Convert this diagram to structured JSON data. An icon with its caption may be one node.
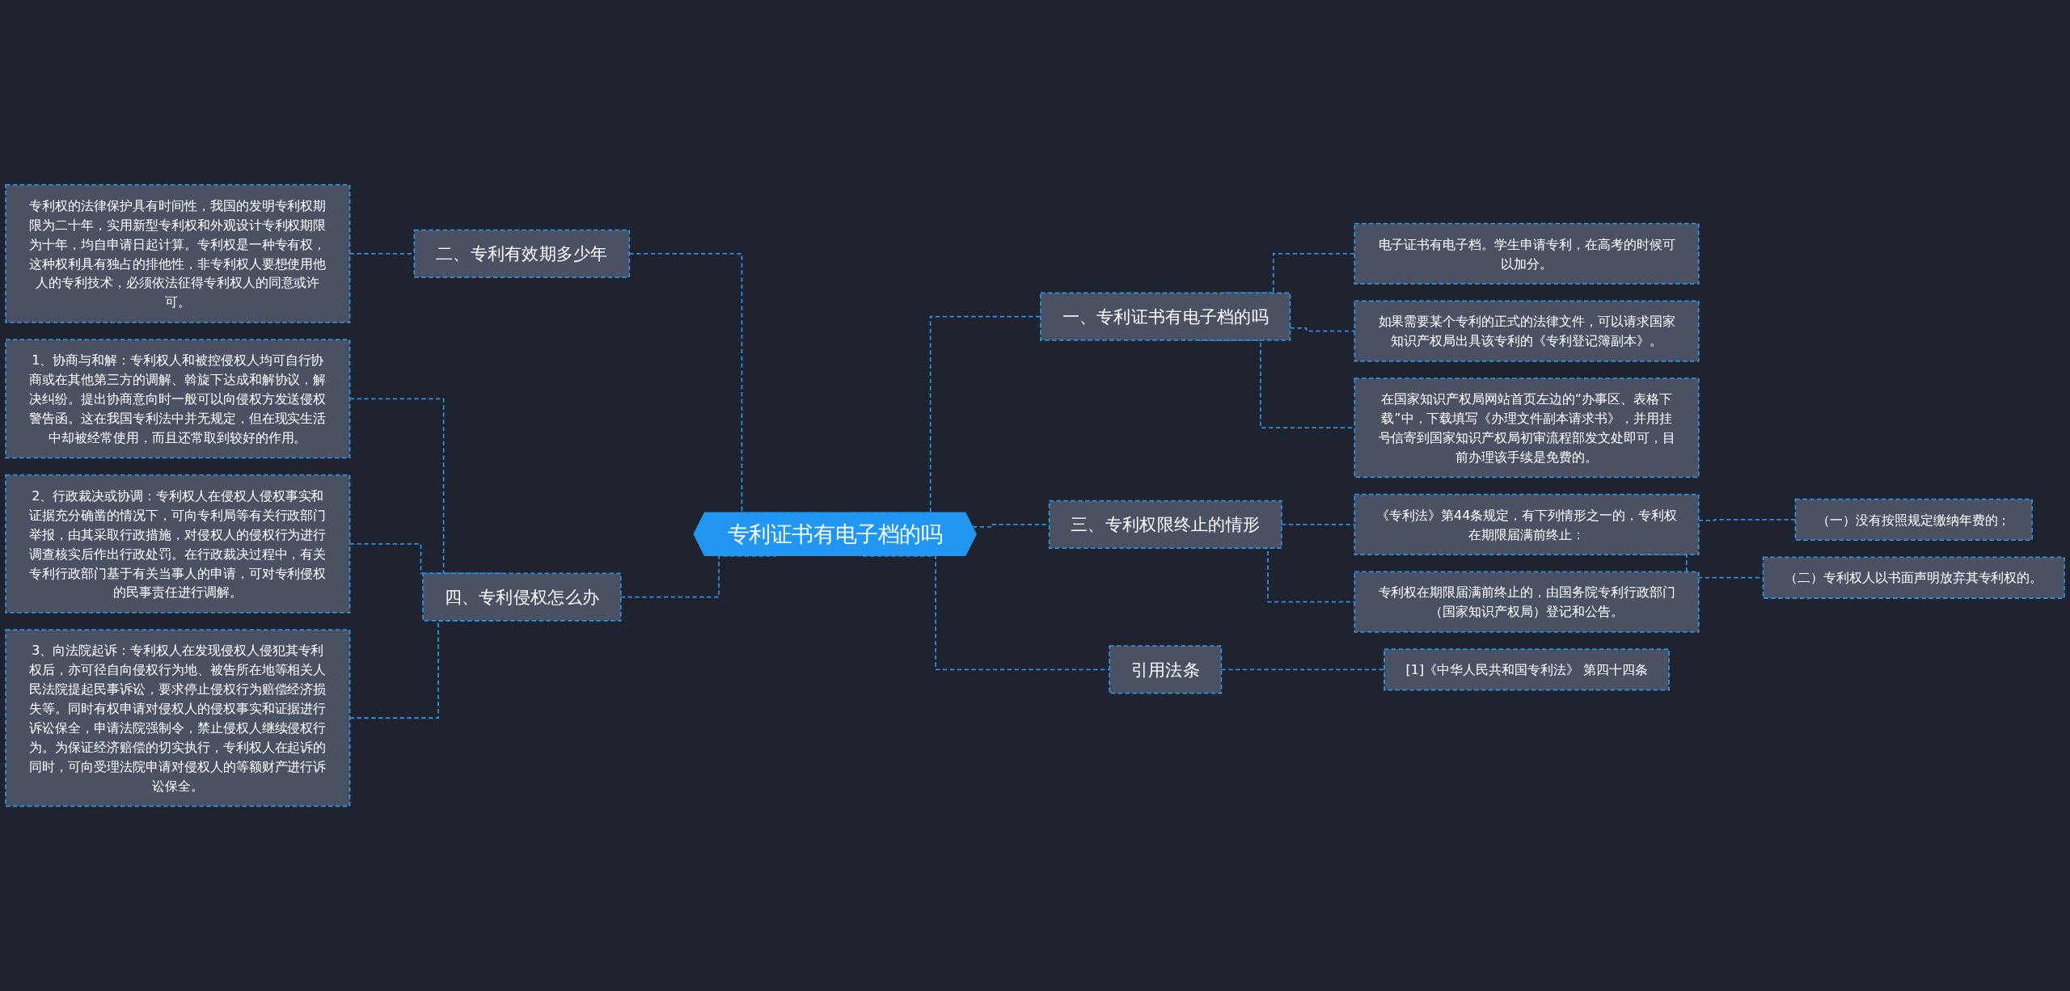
{
  "diagram": {
    "nodes": [
      {
        "text": [
          "专利证书有电子档的吗"
        ]
      },
      {
        "text": [
          "一、专利证书有电子档的吗"
        ]
      },
      {
        "text": [
          "电子证书有电子档。学生申请专利，在高考的时候可以加分。"
        ]
      },
      {
        "text": [
          "如果需要某个专利的正式的法律文件，可以请求国家知识产权局出具该专利的《专利登记簿副本》。"
        ]
      },
      {
        "text": [
          "在国家知识产权局网站首页左边的“办事区、表格下载”中，下载填写《办理文件副本请求书》，并用挂号信寄到国家知识产权局初审流程部发文处即可，目前办理该手续是免费的。"
        ]
      },
      {
        "text": [
          "二、专利有效期多少年"
        ]
      },
      {
        "text": [
          "专利权的法律保护具有时间性，我国的发明专利权期限为二十年，实用新型专利权和外观设计专利权期限为十年，均自申请日起计算。专利权是一种专有权，这种权利具有独占的排他性，非专利权人要想使用他人的专利技术，必须依法征得专利权人的同意或许可。"
        ]
      },
      {
        "text": [
          "三、专利权限终止的情形"
        ]
      },
      {
        "text": [
          "《专利法》第44条规定，有下列情形之一的，专利权在期限届满前终止："
        ]
      },
      {
        "text": [
          "（一）没有按照规定缴纳年费的；"
        ]
      },
      {
        "text": [
          "（二）专利权人以书面声明放弃其专利权的。"
        ]
      },
      {
        "text": [
          "专利权在期限届满前终止的，由国务院专利行政部门（国家知识产权局）登记和公告。"
        ]
      },
      {
        "text": [
          "四、专利侵权怎么办"
        ]
      },
      {
        "text": [
          "1、协商与和解：专利权人和被控侵权人均可自行协商或在其他第三方的调解、斡旋下达成和解协议，解决纠纷。提出协商意向时一般可以向侵权方发送侵权警告函。这在我国专利法中并无规定，但在现实生活中却被经常使用，而且还常取到较好的作用。"
        ]
      },
      {
        "text": [
          "2、行政裁决或协调：专利权人在侵权人侵权事实和证据充分确凿的情况下，可向专利局等有关行政部门举报，由其采取行政措施，对侵权人的侵权行为进行调查核实后作出行政处罚。在行政裁决过程中，有关专利行政部门基于有关当事人的申请，可对专利侵权的民事责任进行调解。"
        ]
      },
      {
        "text": [
          "3、向法院起诉：专利权人在发现侵权人侵犯其专利权后，亦可径自向侵权行为地、被告所在地等相关人民法院提起民事诉讼，要求停止侵权行为赔偿经济损失等。同时有权申请对侵权人的侵权事实和证据进行诉讼保全，申请法院强制令，禁止侵权人继续侵权行为。为保证经济赔偿的切实执行，专利权人在起诉的同时，可向受理法院申请对侵权人的等额财产进行诉讼保全。"
        ]
      },
      {
        "text": [
          "引用法条"
        ]
      },
      {
        "text": [
          "[1]《中华人民共和国专利法》 第四十四条"
        ]
      }
    ],
    "edges": [
      {
        "from": 0,
        "to": 1,
        "arrow": "none",
        "style": "dashed"
      },
      {
        "from": 1,
        "to": 2,
        "arrow": "none",
        "style": "dashed"
      },
      {
        "from": 1,
        "to": 3,
        "arrow": "none",
        "style": "dashed"
      },
      {
        "from": 1,
        "to": 4,
        "arrow": "none",
        "style": "dashed"
      },
      {
        "from": 5,
        "to": 0,
        "arrow": "none",
        "style": "dashed"
      },
      {
        "from": 6,
        "to": 5,
        "arrow": "none",
        "style": "dashed"
      },
      {
        "from": 0,
        "to": 7,
        "arrow": "none",
        "style": "dashed"
      },
      {
        "from": 7,
        "to": 8,
        "arrow": "none",
        "style": "dashed"
      },
      {
        "from": 8,
        "to": 9,
        "arrow": "none",
        "style": "dashed"
      },
      {
        "from": 8,
        "to": 10,
        "arrow": "none",
        "style": "dashed"
      },
      {
        "from": 7,
        "to": 11,
        "arrow": "none",
        "style": "dashed"
      },
      {
        "from": 12,
        "to": 0,
        "arrow": "none",
        "style": "dashed"
      },
      {
        "from": 13,
        "to": 12,
        "arrow": "none",
        "style": "dashed"
      },
      {
        "from": 14,
        "to": 12,
        "arrow": "none",
        "style": "dashed"
      },
      {
        "from": 15,
        "to": 12,
        "arrow": "none",
        "style": "dashed"
      },
      {
        "from": 0,
        "to": 16,
        "arrow": "none",
        "style": "dashed"
      },
      {
        "from": 16,
        "to": 17,
        "arrow": "none",
        "style": "dashed"
      }
    ]
  }
}
